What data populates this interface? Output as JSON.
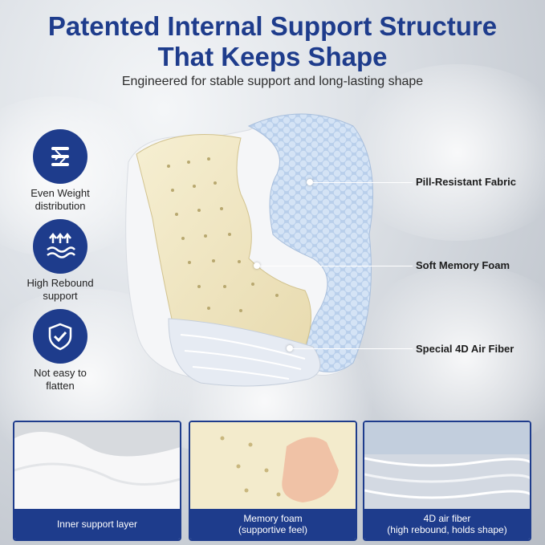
{
  "title_line1": "Patented Internal Support Structure",
  "title_line2": "That Keeps Shape",
  "subtitle": "Engineered for stable support and long-lasting shape",
  "features": [
    {
      "icon": "even-weight-icon",
      "line1": "Even Weight",
      "line2": "distribution"
    },
    {
      "icon": "high-rebound-icon",
      "line1": "High Rebound",
      "line2": "support"
    },
    {
      "icon": "shield-check-icon",
      "line1": "Not easy to",
      "line2": "flatten"
    }
  ],
  "callouts": [
    {
      "label": "Pill-Resistant Fabric"
    },
    {
      "label": "Soft Memory Foam"
    },
    {
      "label": "Special 4D Air Fiber"
    }
  ],
  "panels": [
    {
      "caption_line1": "Inner support layer",
      "caption_line2": ""
    },
    {
      "caption_line1": "Memory foam",
      "caption_line2": "(supportive feel)"
    },
    {
      "caption_line1": "4D air fiber",
      "caption_line2": "(high rebound, holds shape)"
    }
  ],
  "colors": {
    "brand": "#1e3c8c",
    "foam": "#f1e8c6",
    "fabric": "#bcd2ec"
  }
}
